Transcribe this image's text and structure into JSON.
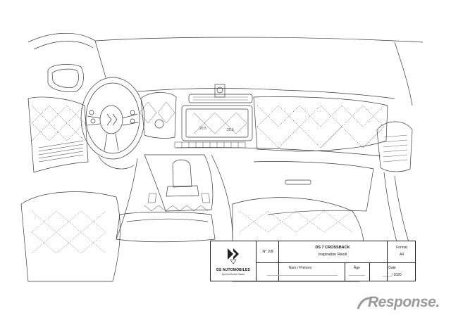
{
  "title_block": {
    "brand_name": "DS AUTOMOBILES",
    "brand_tagline": "Spirit of Avant-Garde",
    "number": "N° 2/8",
    "model": "DS 7 CROSSBACK",
    "inspiration": "Inspiration Rivoli",
    "format_label": "Format",
    "format_value": "A4",
    "name_label": "Nom / Prénom",
    "age_label": "Âge",
    "date_label": "Date",
    "date_value": "__/__/ 2020"
  },
  "display": {
    "temp_left": "20.5",
    "temp_right": "20.5"
  },
  "watermark": {
    "text": "Response."
  },
  "colors": {
    "line": "#3a3a3a",
    "watermark": "#9a9a9a"
  }
}
